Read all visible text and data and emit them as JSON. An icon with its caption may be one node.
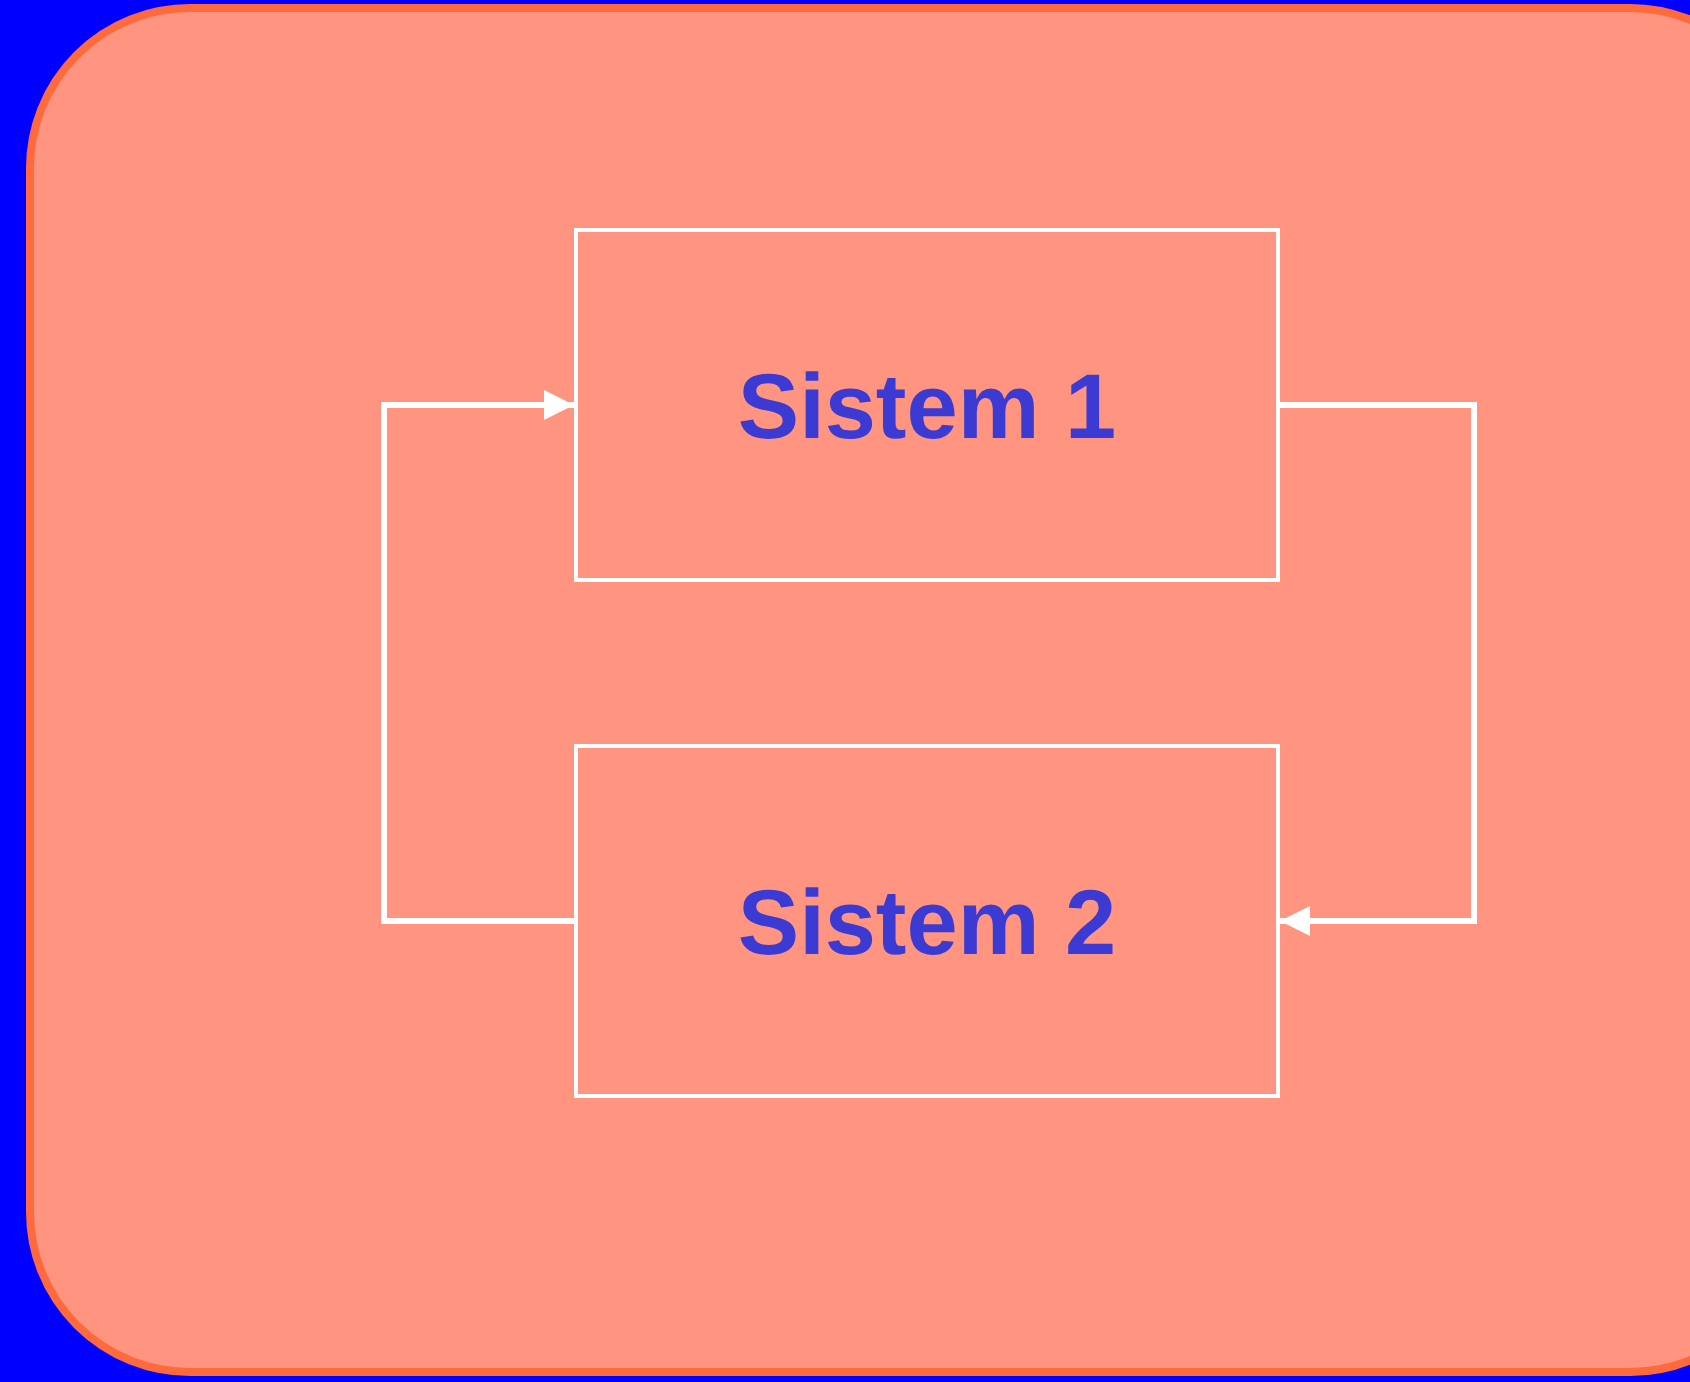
{
  "diagram": {
    "nodes": [
      {
        "text": [
          "Sistem 1"
        ]
      },
      {
        "text": [
          "Sistem 2"
        ]
      }
    ],
    "edges": [
      {
        "from": 0,
        "to": 1,
        "arrow": "to"
      },
      {
        "from": 1,
        "to": 0,
        "arrow": "to"
      }
    ]
  }
}
